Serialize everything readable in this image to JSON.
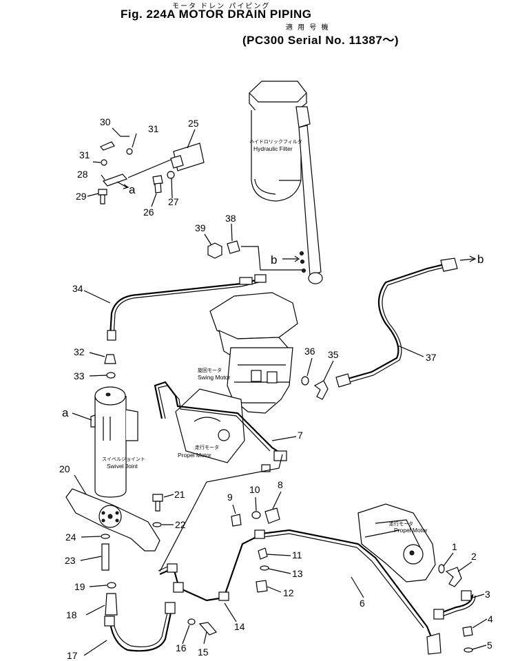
{
  "header": {
    "title_jp": "モータ ドレン パイピング",
    "title": "Fig. 224A MOTOR DRAIN PIPING",
    "applicable_jp": "適 用 号 機",
    "serial": "(PC300 Serial No. 11387～)"
  },
  "components": {
    "hydraulic_filter_jp": "ハイドロリックフィルタ",
    "hydraulic_filter": "Hydraulic Filter",
    "swing_motor_jp": "旋回モータ",
    "swing_motor": "Swing Motor",
    "propel_motor_jp": "走行モータ",
    "propel_motor": "Propel Motor",
    "swivel_joint_jp": "スイベルジョイント",
    "swivel_joint": "Swivel Joint",
    "propel_motor2_jp": "走行モータ",
    "propel_motor2": "Propel Motor"
  },
  "refs": {
    "a": "a",
    "b": "b"
  },
  "callouts": {
    "c1": "1",
    "c2": "2",
    "c3": "3",
    "c4": "4",
    "c5": "5",
    "c6": "6",
    "c7": "7",
    "c8": "8",
    "c9": "9",
    "c10": "10",
    "c11": "11",
    "c12": "12",
    "c13": "13",
    "c14": "14",
    "c15": "15",
    "c16": "16",
    "c17": "17",
    "c18": "18",
    "c19": "19",
    "c20": "20",
    "c21": "21",
    "c22": "22",
    "c23": "23",
    "c24": "24",
    "c25": "25",
    "c26": "26",
    "c27": "27",
    "c28": "28",
    "c29": "29",
    "c30": "30",
    "c31a": "31",
    "c31b": "31",
    "c32": "32",
    "c33": "33",
    "c34": "34",
    "c35": "35",
    "c36": "36",
    "c37": "37",
    "c38": "38",
    "c39": "39"
  }
}
